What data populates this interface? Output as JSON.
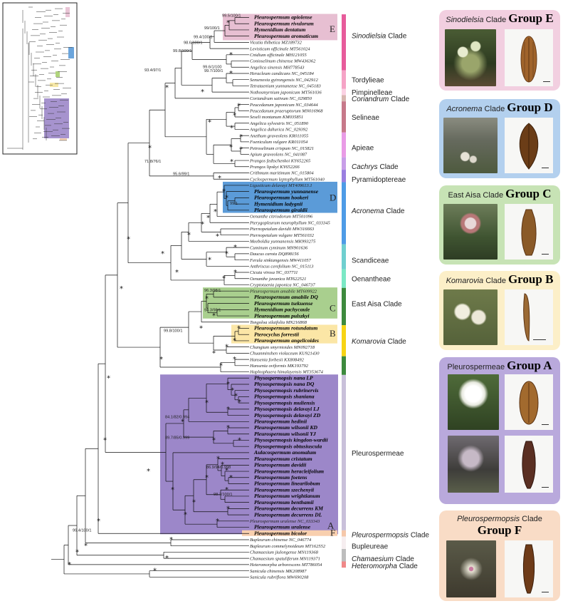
{
  "taxa": [
    {
      "name": "Pleurospermum apiolense",
      "bold": true
    },
    {
      "name": "Pleurospermum rivulorum",
      "bold": true
    },
    {
      "name": "Hymenidium dentatum",
      "bold": true
    },
    {
      "name": "Pleurospermum aromaticum",
      "bold": true
    },
    {
      "name": "Vicatia thibetica MZ189732",
      "bold": false
    },
    {
      "name": "Levisticum officinale MT561024",
      "bold": false
    },
    {
      "name": "Cnidium officinale MH121055",
      "bold": false
    },
    {
      "name": "Conioselinum chinense MW436362",
      "bold": false
    },
    {
      "name": "Angelica sinensis MH778543",
      "bold": false
    },
    {
      "name": "Heracleum candicans NC_045184",
      "bold": false
    },
    {
      "name": "Semenovia gyirongensis NC_042912",
      "bold": false
    },
    {
      "name": "Tetrataenium yunnanense NC_045183",
      "bold": false
    },
    {
      "name": "Nothosmyrnium japonicum MT561036",
      "bold": false
    },
    {
      "name": "Coriandrum sativum NC_029850",
      "bold": false
    },
    {
      "name": "Peucedanum japonicum NC_034644",
      "bold": false
    },
    {
      "name": "Peucedanum praeruptorum MN016968",
      "bold": false
    },
    {
      "name": "Seseli montanum KM035851",
      "bold": false
    },
    {
      "name": "Angelica sylvestris NC_051890",
      "bold": false
    },
    {
      "name": "Angelica dahurica NC_029392",
      "bold": false
    },
    {
      "name": "Anethum graveolens KR011055",
      "bold": false
    },
    {
      "name": "Foeniculum vulgare KR011054",
      "bold": false
    },
    {
      "name": "Petroselinum crispum NC_015821",
      "bold": false
    },
    {
      "name": "Apium graveolens NC_041087",
      "bold": false
    },
    {
      "name": "Prangos fedtschenkoi KY652265",
      "bold": false
    },
    {
      "name": "Prangos lipskyi KY652266",
      "bold": false
    },
    {
      "name": "Crithmum maritimum NC_015804",
      "bold": false
    },
    {
      "name": "Cyclospermum leptophyllum MT561040",
      "bold": false
    },
    {
      "name": "Ligusticum delavayi MT409613.1",
      "bold": false
    },
    {
      "name": "Pleurospermum yunnanense",
      "bold": true
    },
    {
      "name": "Pleurospermum hookeri",
      "bold": true
    },
    {
      "name": "Hymenidium ladygnii",
      "bold": true
    },
    {
      "name": "Pleurospermum giraldii",
      "bold": true
    },
    {
      "name": "Oenanthe citriodorum MT501096",
      "bold": false
    },
    {
      "name": "Pterygopleurum neurophyllum NC_033345",
      "bold": false
    },
    {
      "name": "Pternopetalum davidii MW316663",
      "bold": false
    },
    {
      "name": "Pternopetalum vulgare MT561032",
      "bold": false
    },
    {
      "name": "Meeboldia yunnanensis MK993275",
      "bold": false
    },
    {
      "name": "Cuminum cyminum MN901636",
      "bold": false
    },
    {
      "name": "Daucus carota DQ898156",
      "bold": false
    },
    {
      "name": "Ferula sinkiangensis MW411057",
      "bold": false
    },
    {
      "name": "Anthriscus cerefolium NC_015113",
      "bold": false
    },
    {
      "name": "Cicuta virosa NC_037711",
      "bold": false
    },
    {
      "name": "Oenanthe javanica MT622521",
      "bold": false
    },
    {
      "name": "Cryptotaenia japonica NC_046737",
      "bold": false
    },
    {
      "name": "Pleurospermum amabile MT609922",
      "bold": false
    },
    {
      "name": "Pleurospermum amabile DQ",
      "bold": true
    },
    {
      "name": "Pleurospermum tsekuense",
      "bold": true
    },
    {
      "name": "Hymenidium pachycaule",
      "bold": true
    },
    {
      "name": "Pleurospermum pulszkyi",
      "bold": true
    },
    {
      "name": "Tongoloa silaifolia MN216868",
      "bold": false
    },
    {
      "name": "Pleurospermum rotundatum",
      "bold": true
    },
    {
      "name": "Pterocyclus forrestii",
      "bold": true
    },
    {
      "name": "Pleurospermum angelicoides",
      "bold": true
    },
    {
      "name": "Changium smyrnioides MN092718",
      "bold": false
    },
    {
      "name": "Chuanminshen violaceum KU921430",
      "bold": false
    },
    {
      "name": "Hansenia forbesii KX808492",
      "bold": false
    },
    {
      "name": "Hansenia oviformis MK193792",
      "bold": false
    },
    {
      "name": "Haplosphaera himalayensis MT353674",
      "bold": false
    },
    {
      "name": "Physospermopsis nana LP",
      "bold": true
    },
    {
      "name": "Physospermopsis nana DQ",
      "bold": true
    },
    {
      "name": "Physospermopsis rubrinervis",
      "bold": true
    },
    {
      "name": "Physospermopsis shaniana",
      "bold": true
    },
    {
      "name": "Physospermopsis muliensis",
      "bold": true
    },
    {
      "name": "Physospermopsis delavayi LJ",
      "bold": true
    },
    {
      "name": "Physospermopsis delavayi ZD",
      "bold": true
    },
    {
      "name": "Pleurospermum hedinii",
      "bold": true
    },
    {
      "name": "Pleurospermum wilsonii KD",
      "bold": true
    },
    {
      "name": "Pleurospermum wilsonii YJ",
      "bold": true
    },
    {
      "name": "Physospermopsis kingdon-wardii",
      "bold": true
    },
    {
      "name": "Physospermopsis obtusiuscula",
      "bold": true
    },
    {
      "name": "Aulacospermum anomalum",
      "bold": true
    },
    {
      "name": "Pleurospermum cristatum",
      "bold": true
    },
    {
      "name": "Pleurospermum davidii",
      "bold": true
    },
    {
      "name": "Pleurospermum heracleifolium",
      "bold": true
    },
    {
      "name": "Pleurospermum foetens",
      "bold": true
    },
    {
      "name": "Pleurospermum linearilobum",
      "bold": true
    },
    {
      "name": "Pleurospermum szechenyii",
      "bold": true
    },
    {
      "name": "Pleurospermum wrightianum",
      "bold": true
    },
    {
      "name": "Pleurospermum benthamii",
      "bold": true
    },
    {
      "name": "Pleurospermum decurrens KM",
      "bold": true
    },
    {
      "name": "Pleurospermum decurrens DL",
      "bold": true
    },
    {
      "name": "Pleurospermum uralense NC_033343",
      "bold": false
    },
    {
      "name": "Pleurospermum uralense",
      "bold": true
    },
    {
      "name": "Pleurospermum bicolor",
      "bold": true
    },
    {
      "name": "Bupleurum chinense NC_046774",
      "bold": false
    },
    {
      "name": "Bupleurum commelynoideum MT162552",
      "bold": false
    },
    {
      "name": "Chamaesium jiulongense MN119368",
      "bold": false
    },
    {
      "name": "Chamaesium spatuliferum MN119371",
      "bold": false
    },
    {
      "name": "Heteromorpha arborescens MT786054",
      "bold": false
    },
    {
      "name": "Sanicula chinensis MK208987",
      "bold": false
    },
    {
      "name": "Sanicula rubriflora MW690208",
      "bold": false
    }
  ],
  "support_labels": {
    "n1": "99.5/100/1",
    "n2": "99/100/1",
    "n3": "99.4/100/1",
    "n4": "98.6/100/1",
    "n5": "99.8/100/1",
    "n6": "99.6/1/100",
    "n7": "93.4/97/1",
    "n8": "99.7/100/1",
    "n9": "71.8/76/1",
    "n10": "95.6/99/1",
    "n11": "99/1",
    "n12": "96.3/98/1",
    "n13": "94.3/98/1",
    "n14": "99.8/100/1",
    "n15": "84.1/82/0.994",
    "n16": "89.7/85/0.999",
    "n17": "86.9/94/0.998",
    "n18": "98.7/100/1",
    "n19": "99.4/100/1",
    "star": "*"
  },
  "groups_on_tree": {
    "A": "A",
    "B": "B",
    "C": "C",
    "D": "D",
    "E": "E",
    "F": "F"
  },
  "clade_labels": [
    {
      "key": "sino",
      "text": "Sinodielsia",
      "suffix": " Clade",
      "italic": true
    },
    {
      "key": "tord",
      "text": "Tordylieae",
      "suffix": "",
      "italic": false
    },
    {
      "key": "pimp",
      "text": "Pimpinelleae",
      "suffix": "",
      "italic": false
    },
    {
      "key": "cori",
      "text": "Coriandrum",
      "suffix": " Clade",
      "italic": true
    },
    {
      "key": "seli",
      "text": "Selineae",
      "suffix": "",
      "italic": false
    },
    {
      "key": "apie",
      "text": "Apieae",
      "suffix": "",
      "italic": false
    },
    {
      "key": "cach",
      "text": "Cachrys",
      "suffix": " Clade",
      "italic": true
    },
    {
      "key": "pyra",
      "text": "Pyramidoptereae",
      "suffix": "",
      "italic": false
    },
    {
      "key": "acro",
      "text": "Acronema",
      "suffix": " Clade",
      "italic": true
    },
    {
      "key": "scan",
      "text": "Scandiceae",
      "suffix": "",
      "italic": false
    },
    {
      "key": "oena",
      "text": "Oenantheae",
      "suffix": "",
      "italic": false
    },
    {
      "key": "east",
      "text": "East Aisa Clade",
      "suffix": "",
      "italic": false
    },
    {
      "key": "koma",
      "text": "Komarovia",
      "suffix": " Clade",
      "italic": true
    },
    {
      "key": "pleu",
      "text": "Pleurospermeae",
      "suffix": "",
      "italic": false
    },
    {
      "key": "phys",
      "text": "Pleurospermopsis",
      "suffix": " Clade",
      "italic": true
    },
    {
      "key": "bupl",
      "text": "Bupleureae",
      "suffix": "",
      "italic": false
    },
    {
      "key": "cham",
      "text": "Chamaesium",
      "suffix": " Clade",
      "italic": true
    },
    {
      "key": "hete",
      "text": "Heteromorpha",
      "suffix": " Clade",
      "italic": true
    }
  ],
  "cards": {
    "e": {
      "clade": "Sinodielsia",
      "clade_suffix": " Clade",
      "group": "Group E",
      "italic": true
    },
    "d": {
      "clade": "Acronema",
      "clade_suffix": " Clade",
      "group": "Group D",
      "italic": true
    },
    "c": {
      "clade": "East Aisa Clade",
      "clade_suffix": "",
      "group": "Group C",
      "italic": false
    },
    "b": {
      "clade": "Komarovia",
      "clade_suffix": " Clade",
      "group": "Group B",
      "italic": true
    },
    "a": {
      "clade": "Pleurospermeae",
      "clade_suffix": "",
      "group": "Group A",
      "italic": false
    },
    "f": {
      "clade": "Pleurospermopsis",
      "clade_suffix": " Clade",
      "group": "Group F",
      "italic": true
    }
  },
  "colors": {
    "group_e": "#e7bfd2",
    "group_d": "#5b9bd8",
    "group_c": "#a9cf8e",
    "group_b": "#fbe6a6",
    "group_a": "#9c87c9",
    "group_f": "#f8cfae",
    "card_e": "#f2cfe0",
    "card_d": "#b3d0ee",
    "card_c": "#c7e3b5",
    "card_b": "#fcefc8",
    "card_a": "#b9a9dc",
    "card_f": "#f9dcc6"
  }
}
